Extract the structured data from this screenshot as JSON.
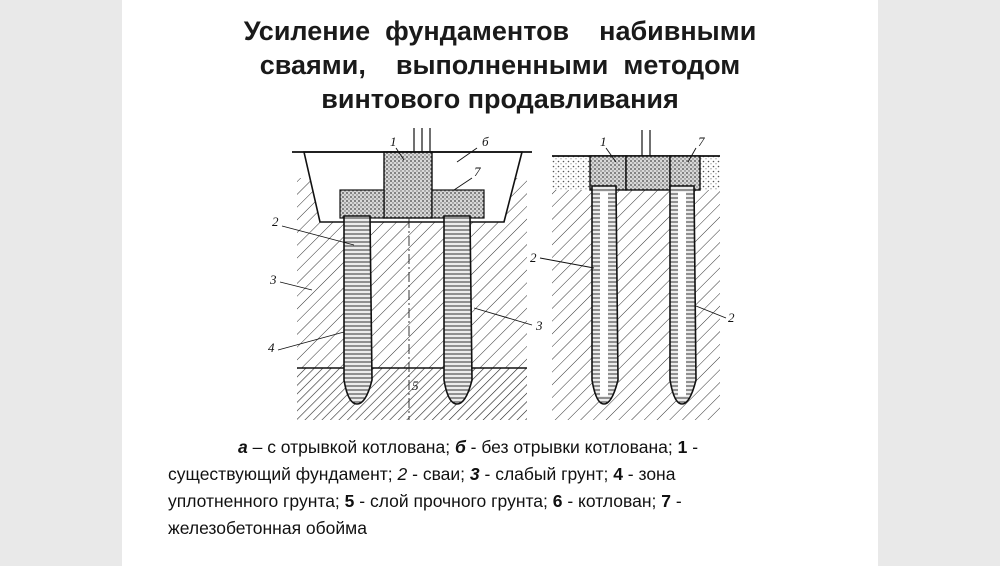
{
  "title": {
    "line1": "Усиление  фундаментов    набивными",
    "line2": "сваями,    выполненными  методом",
    "line3": "винтового продавливания"
  },
  "diagram": {
    "labels_left": [
      "1",
      "б",
      "7",
      "2",
      "3",
      "4",
      "5",
      "3"
    ],
    "labels_right": [
      "1",
      "7",
      "2",
      "2"
    ]
  },
  "caption": {
    "a": "а",
    "a_text": " – с отрывкой  котлована;   ",
    "b": "б",
    "b_text": " - без  отрывки  котлована;  ",
    "n1": "1",
    "t1": " -",
    "t1b": "существующий фундамент;  ",
    "n2": "2",
    "t2": " - сваи;  ",
    "n3": "3",
    "t3": " - слабый  грунт;  ",
    "n4": "4",
    "t4": " - зона",
    "t4b": "уплотненного  грунта;  ",
    "n5": "5",
    "t5": " - слой прочного грунта; ",
    "n6": "6",
    "t6": " - котлован; ",
    "n7": "7",
    "t7": " -",
    "t7b": "железобетонная обойма"
  }
}
